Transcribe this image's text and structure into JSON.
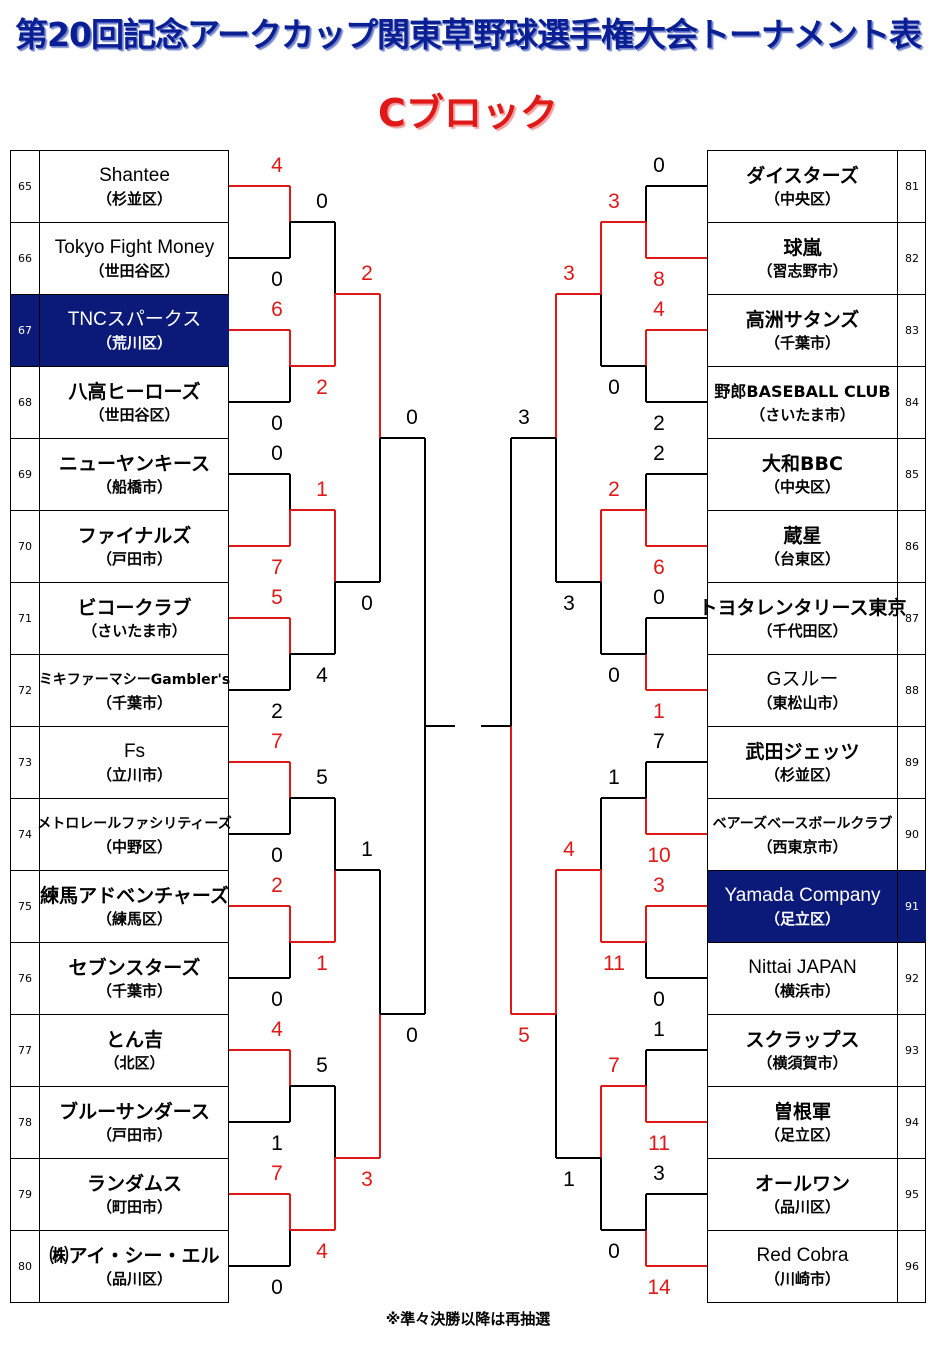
{
  "title": "第20回記念アークカップ関東草野球選手権大会トーナメント表",
  "subtitle": "Cブロック",
  "left_teams": [
    {
      "num": "65",
      "name": "Shantee",
      "loc": "（杉並区）"
    },
    {
      "num": "66",
      "name": "Tokyo Fight Money",
      "loc": "（世田谷区）"
    },
    {
      "num": "67",
      "name": "TNCスパークス",
      "loc": "（荒川区）"
    },
    {
      "num": "68",
      "name": "八高ヒーローズ",
      "loc": "（世田谷区）"
    },
    {
      "num": "69",
      "name": "ニューヤンキース",
      "loc": "（船橋市）"
    },
    {
      "num": "70",
      "name": "ファイナルズ",
      "loc": "（戸田市）"
    },
    {
      "num": "71",
      "name": "ビコークラブ",
      "loc": "（さいたま市）"
    },
    {
      "num": "72",
      "name": "ミキファーマシーGambler's",
      "loc": "（千葉市）"
    },
    {
      "num": "73",
      "name": "Fs",
      "loc": "（立川市）"
    },
    {
      "num": "74",
      "name": "メトロレールファシリティーズ",
      "loc": "（中野区）"
    },
    {
      "num": "75",
      "name": "練馬アドベンチャーズ",
      "loc": "（練馬区）"
    },
    {
      "num": "76",
      "name": "セブンスターズ",
      "loc": "（千葉市）"
    },
    {
      "num": "77",
      "name": "とん吉",
      "loc": "（北区）"
    },
    {
      "num": "78",
      "name": "ブルーサンダース",
      "loc": "（戸田市）"
    },
    {
      "num": "79",
      "name": "ランダムス",
      "loc": "（町田市）"
    },
    {
      "num": "80",
      "name": "㈱アイ・シー・エル",
      "loc": "（品川区）"
    }
  ],
  "right_teams": [
    {
      "num": "81",
      "name": "ダイスターズ",
      "loc": "（中央区）"
    },
    {
      "num": "82",
      "name": "球嵐",
      "loc": "（習志野市）"
    },
    {
      "num": "83",
      "name": "高洲サタンズ",
      "loc": "（千葉市）"
    },
    {
      "num": "84",
      "name": "野郎BASEBALL CLUB",
      "loc": "（さいたま市）"
    },
    {
      "num": "85",
      "name": "大和BBC",
      "loc": "（中央区）"
    },
    {
      "num": "86",
      "name": "蔵星",
      "loc": "（台東区）"
    },
    {
      "num": "87",
      "name": "トヨタレンタリース東京",
      "loc": "（千代田区）"
    },
    {
      "num": "88",
      "name": "Gスルー",
      "loc": "（東松山市）"
    },
    {
      "num": "89",
      "name": "武田ジェッツ",
      "loc": "（杉並区）"
    },
    {
      "num": "90",
      "name": "ベアーズベースボールクラブ",
      "loc": "（西東京市）"
    },
    {
      "num": "91",
      "name": "Yamada Company",
      "loc": "（足立区）"
    },
    {
      "num": "92",
      "name": "Nittai JAPAN",
      "loc": "（横浜市）"
    },
    {
      "num": "93",
      "name": "スクラップス",
      "loc": "（横須賀市）"
    },
    {
      "num": "94",
      "name": "曽根軍",
      "loc": "（足立区）"
    },
    {
      "num": "95",
      "name": "オールワン",
      "loc": "（品川区）"
    },
    {
      "num": "96",
      "name": "Red Cobra",
      "loc": "（川崎市）"
    }
  ],
  "highlight_colors": {
    "winner_line": "#e01818",
    "loser_line": "#000000",
    "highlight_bg": "#0b1a78",
    "title": "#0b1f95",
    "subtitle": "#e01818"
  },
  "scores": {
    "l1": [
      "4",
      "0",
      "6",
      "0",
      "0",
      "7",
      "5",
      "2",
      "7",
      "0",
      "2",
      "0",
      "4",
      "1",
      "7",
      "0"
    ],
    "l2": [
      "0",
      "2",
      "1",
      "4",
      "5",
      "1",
      "5",
      "4"
    ],
    "l3": [
      "2",
      "0",
      "1",
      "3"
    ],
    "l4": [
      "0",
      "0"
    ],
    "r1": [
      "0",
      "8",
      "4",
      "2",
      "2",
      "6",
      "0",
      "1",
      "7",
      "10",
      "3",
      "0",
      "1",
      "11",
      "3",
      "14"
    ],
    "r2": [
      "3",
      "0",
      "2",
      "0",
      "1",
      "11",
      "7",
      "0"
    ],
    "r3": [
      "3",
      "3",
      "4",
      "1"
    ],
    "r4": [
      "3",
      "5"
    ]
  },
  "note": "※準々決勝以降は再抽選"
}
